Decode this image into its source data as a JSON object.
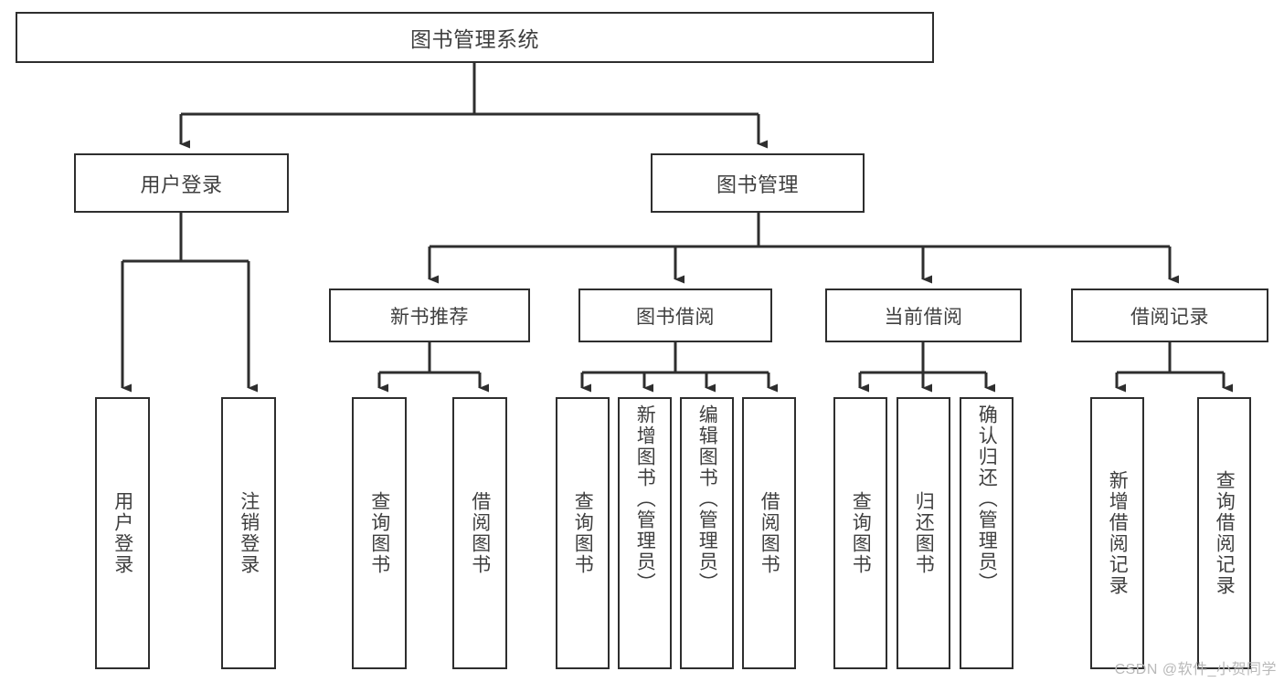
{
  "diagram": {
    "type": "tree",
    "title": "图书管理系统",
    "orientation": "top-down",
    "colors": {
      "box_border": "#2e2e2e",
      "box_fill": "#ffffff",
      "text": "#3f3f3f",
      "edge": "#2e2e2e",
      "watermark": "#b9b9b9"
    },
    "watermark": "CSDN @软件_小贺同学"
  },
  "nodes": {
    "root": {
      "label": "图书管理系统"
    },
    "level2": [
      {
        "id": "user-login",
        "label": "用户登录"
      },
      {
        "id": "book-manage",
        "label": "图书管理"
      }
    ],
    "level3": [
      {
        "id": "new-book-recommend",
        "label": "新书推荐"
      },
      {
        "id": "book-borrow",
        "label": "图书借阅"
      },
      {
        "id": "current-borrow",
        "label": "当前借阅"
      },
      {
        "id": "borrow-record",
        "label": "借阅记录"
      }
    ],
    "leaves": [
      {
        "id": "leaf-user-login",
        "parent": "user-login",
        "label": "用户登录"
      },
      {
        "id": "leaf-logout-login",
        "parent": "user-login",
        "label": "注销登录"
      },
      {
        "id": "leaf-query-book-1",
        "parent": "new-book-recommend",
        "label": "查询图书"
      },
      {
        "id": "leaf-borrow-book-1",
        "parent": "new-book-recommend",
        "label": "借阅图书"
      },
      {
        "id": "leaf-query-book-2",
        "parent": "book-borrow",
        "label": "查询图书"
      },
      {
        "id": "leaf-add-book",
        "parent": "book-borrow",
        "label": "新增图书（管理员）"
      },
      {
        "id": "leaf-edit-book",
        "parent": "book-borrow",
        "label": "编辑图书（管理员）"
      },
      {
        "id": "leaf-borrow-book-2",
        "parent": "book-borrow",
        "label": "借阅图书"
      },
      {
        "id": "leaf-query-book-3",
        "parent": "current-borrow",
        "label": "查询图书"
      },
      {
        "id": "leaf-return-book",
        "parent": "current-borrow",
        "label": "归还图书"
      },
      {
        "id": "leaf-confirm-return",
        "parent": "current-borrow",
        "label": "确认归还（管理员）"
      },
      {
        "id": "leaf-add-record",
        "parent": "borrow-record",
        "label": "新增借阅记录"
      },
      {
        "id": "leaf-query-record",
        "parent": "borrow-record",
        "label": "查询借阅记录"
      }
    ]
  }
}
